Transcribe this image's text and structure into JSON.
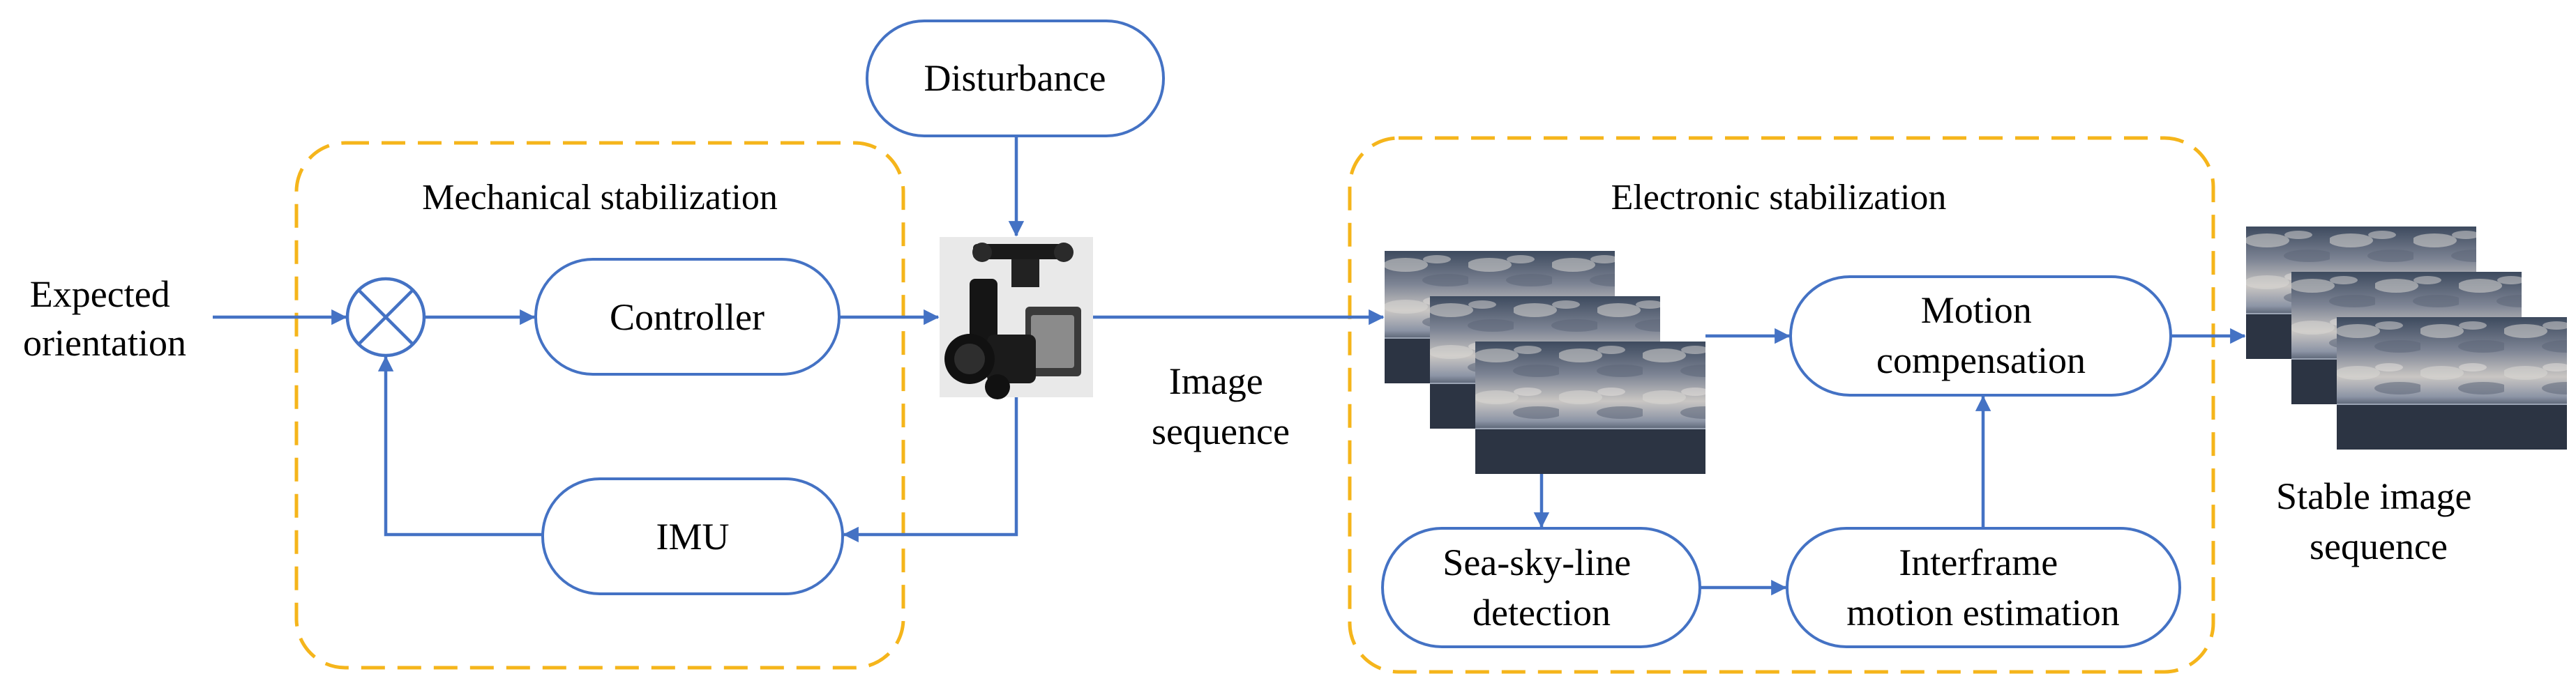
{
  "diagram": {
    "colors": {
      "edge": "#4472c4",
      "group_border": "#f5b51b",
      "text": "#000000"
    },
    "inputs": {
      "expected_orientation": [
        "Expected",
        "orientation"
      ],
      "image_sequence": [
        "Image",
        "sequence"
      ],
      "stable_image_sequence": [
        "Stable image",
        "sequence"
      ]
    },
    "groups": {
      "mechanical": {
        "title": "Mechanical stabilization"
      },
      "electronic": {
        "title": "Electronic stabilization"
      }
    },
    "nodes": {
      "disturbance": {
        "label": [
          "Disturbance"
        ]
      },
      "controller": {
        "label": [
          "Controller"
        ]
      },
      "imu": {
        "label": [
          "IMU"
        ]
      },
      "motion_compensation": {
        "label": [
          "Motion",
          "compensation"
        ]
      },
      "sea_sky_line_detection": {
        "label": [
          "Sea-sky-line",
          "detection"
        ]
      },
      "interframe_motion_estimation": {
        "label": [
          "Interframe",
          "motion estimation"
        ]
      }
    },
    "icons": {
      "summing_junction": "circle-cross-icon",
      "gimbal": "gimbal-camera-icon",
      "frames": "image-stack-icon"
    }
  }
}
